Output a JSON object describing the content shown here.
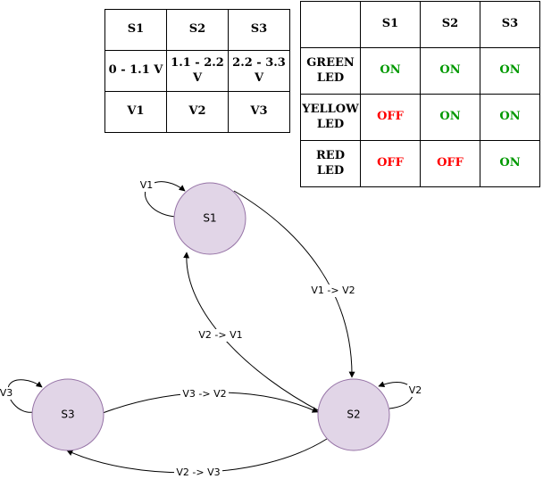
{
  "voltage_table": {
    "header": [
      "S1",
      "S2",
      "S3"
    ],
    "ranges": [
      "0 - 1.1 V",
      "1.1 - 2.2 V",
      "2.2 - 3.3 V"
    ],
    "voltages": [
      "V1",
      "V2",
      "V3"
    ]
  },
  "led_table": {
    "header": [
      "",
      "S1",
      "S2",
      "S3"
    ],
    "rows": [
      {
        "label_line1": "GREEN",
        "label_line2": "LED",
        "values": [
          "ON",
          "ON",
          "ON"
        ]
      },
      {
        "label_line1": "YELLOW",
        "label_line2": "LED",
        "values": [
          "OFF",
          "ON",
          "ON"
        ]
      },
      {
        "label_line1": "RED",
        "label_line2": "LED",
        "values": [
          "OFF",
          "OFF",
          "ON"
        ]
      }
    ],
    "colors": {
      "on": "#009900",
      "off": "#ff0000"
    }
  },
  "state_diagram": {
    "states": [
      {
        "id": "S1",
        "label": "S1"
      },
      {
        "id": "S2",
        "label": "S2"
      },
      {
        "id": "S3",
        "label": "S3"
      }
    ],
    "transitions": [
      {
        "from": "S1",
        "to": "S1",
        "label": "V1"
      },
      {
        "from": "S1",
        "to": "S2",
        "label": "V1 -> V2"
      },
      {
        "from": "S2",
        "to": "S1",
        "label": "V2 -> V1"
      },
      {
        "from": "S2",
        "to": "S2",
        "label": "V2"
      },
      {
        "from": "S3",
        "to": "S3",
        "label": "V3"
      },
      {
        "from": "S3",
        "to": "S2",
        "label": "V3 -> V2"
      },
      {
        "from": "S2",
        "to": "S3",
        "label": "V2 -> V3"
      }
    ],
    "colors": {
      "state_fill": "#e1d5e7",
      "state_stroke": "#9673a6"
    }
  }
}
